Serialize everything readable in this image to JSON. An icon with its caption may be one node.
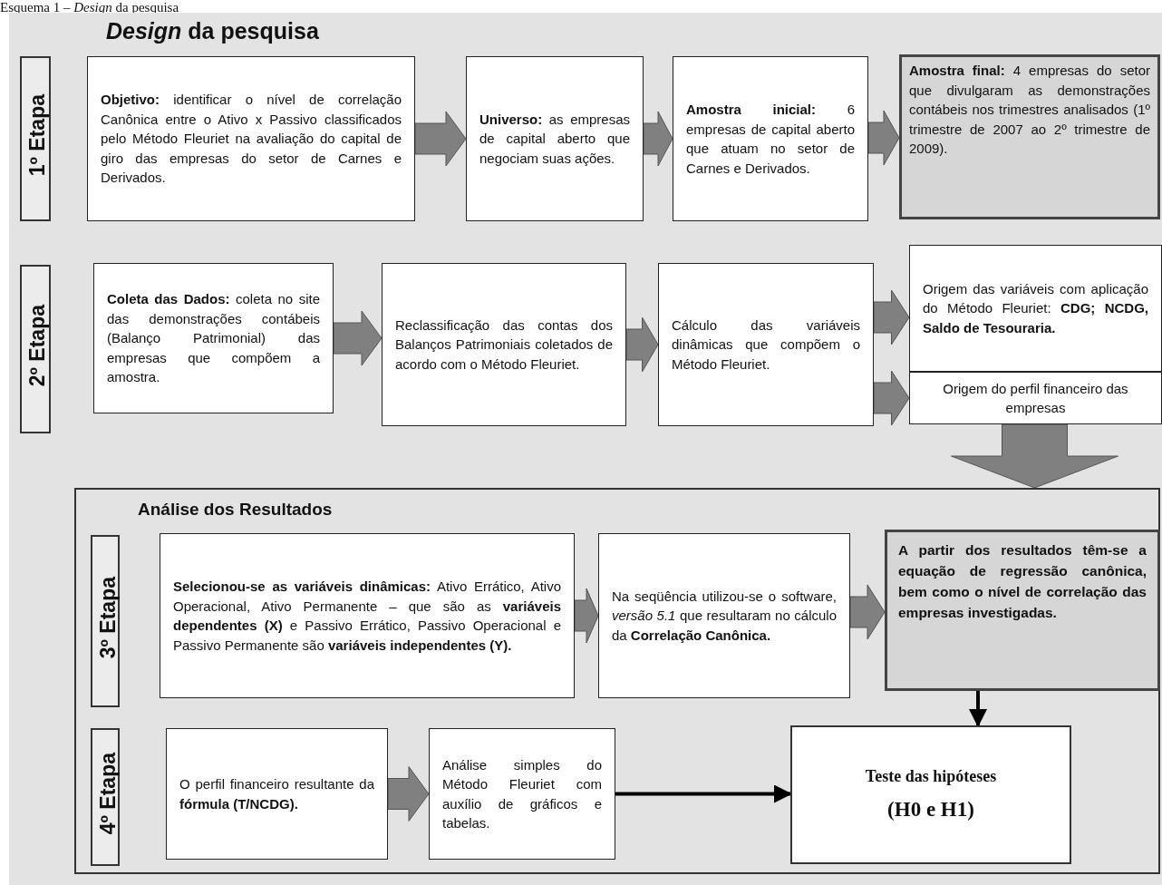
{
  "diagram": {
    "caption": "Esquema 1 – *Design* da pesquisa",
    "title": "*Design* da pesquisa",
    "nodes": [
      {
        "text": [
          "1º Etapa"
        ]
      },
      {
        "text": [
          "**Objetivo:** identificar o nível de correlação Canônica entre o Ativo x Passivo classificados pelo Método Fleuriet na avaliação do capital de giro das empresas do setor de Carnes e Derivados."
        ]
      },
      {
        "text": [
          "**Universo:** as empresas de capital aberto que negociam suas ações."
        ]
      },
      {
        "text": [
          "**Amostra inicial:** 6 empresas de capital aberto que atuam no setor de Carnes e Derivados."
        ]
      },
      {
        "text": [
          "**Amostra final:** 4 empresas do setor que divulgaram as demonstrações contábeis nos trimestres analisados (1º trimestre de 2007 ao 2º trimestre de 2009)."
        ]
      },
      {
        "text": [
          "2º Etapa"
        ]
      },
      {
        "text": [
          "**Coleta das Dados:** coleta no site das demonstrações contábeis (Balanço Patrimonial) das empresas que compõem a amostra."
        ]
      },
      {
        "text": [
          "Reclassificação das contas dos Balanços Patrimoniais coletados de acordo com o Método Fleuriet."
        ]
      },
      {
        "text": [
          "Cálculo das variáveis dinâmicas que compõem o Método Fleuriet."
        ]
      },
      {
        "text": [
          "Origem das variáveis com aplicação do Método Fleuriet: **CDG; NCDG, Saldo de Tesouraria.**"
        ]
      },
      {
        "text": [
          "Origem do perfil financeiro das empresas"
        ]
      },
      {
        "text": [
          "Análise dos Resultados"
        ]
      },
      {
        "text": [
          "3º Etapa"
        ],
        "in": 11
      },
      {
        "text": [
          "**Selecionou-se as variáveis dinâmicas:** Ativo Errático, Ativo Operacional, Ativo Permanente – que são as **variáveis dependentes (X)** e Passivo Errático, Passivo Operacional e Passivo Permanente são **variáveis independentes (Y).**"
        ],
        "in": 11
      },
      {
        "text": [
          "Na seqüência utilizou-se o software, *versão 5.1* que resultaram no cálculo da **Correlação Canônica.**"
        ],
        "in": 11
      },
      {
        "text": [
          "A partir dos resultados têm-se a equação de regressão canônica, bem como o nível de correlação das empresas investigadas."
        ],
        "in": 11
      },
      {
        "text": [
          "4º Etapa"
        ],
        "in": 11
      },
      {
        "text": [
          "O perfil financeiro resultante da **fórmula (T/NCDG).**"
        ],
        "in": 11
      },
      {
        "text": [
          "Análise simples do Método Fleuriet com auxílio de gráficos e tabelas."
        ],
        "in": 11
      },
      {
        "text": [
          "Teste das hipóteses",
          "(H0 e H1)"
        ],
        "in": 11
      }
    ],
    "edges": [
      {
        "from": 1,
        "to": 2,
        "arrow": "to"
      },
      {
        "from": 2,
        "to": 3,
        "arrow": "to"
      },
      {
        "from": 3,
        "to": 4,
        "arrow": "to"
      },
      {
        "from": 6,
        "to": 7,
        "arrow": "to"
      },
      {
        "from": 7,
        "to": 8,
        "arrow": "to"
      },
      {
        "from": 8,
        "to": 9,
        "arrow": "to"
      },
      {
        "from": 8,
        "to": 10,
        "arrow": "to"
      },
      {
        "from": 10,
        "to": 11,
        "arrow": "to"
      },
      {
        "from": 13,
        "to": 14,
        "arrow": "to"
      },
      {
        "from": 14,
        "to": 15,
        "arrow": "to"
      },
      {
        "from": 15,
        "to": 19,
        "arrow": "to",
        "color": "#000000"
      },
      {
        "from": 17,
        "to": 18,
        "arrow": "to"
      },
      {
        "from": 18,
        "to": 19,
        "arrow": "to",
        "color": "#000000"
      }
    ]
  }
}
